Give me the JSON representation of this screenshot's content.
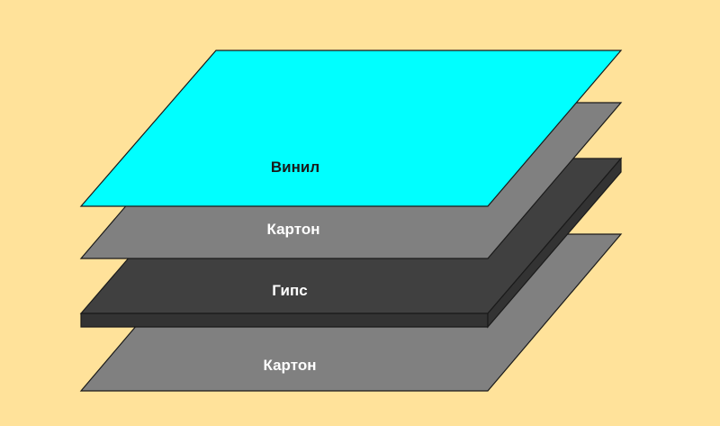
{
  "diagram": {
    "background_color": "#FFE29A",
    "stroke_color": "#1A1A1A",
    "layers": [
      {
        "label": "Винил",
        "fill": "#00FFFF",
        "label_color": "#1A1A1A"
      },
      {
        "label": "Картон",
        "fill": "#808080",
        "label_color": "#FFFFFF"
      },
      {
        "label": "Гипс",
        "fill": "#404040",
        "edge_fill": "#333333",
        "label_color": "#FFFFFF"
      },
      {
        "label": "Картон",
        "fill": "#808080",
        "label_color": "#FFFFFF"
      }
    ]
  }
}
